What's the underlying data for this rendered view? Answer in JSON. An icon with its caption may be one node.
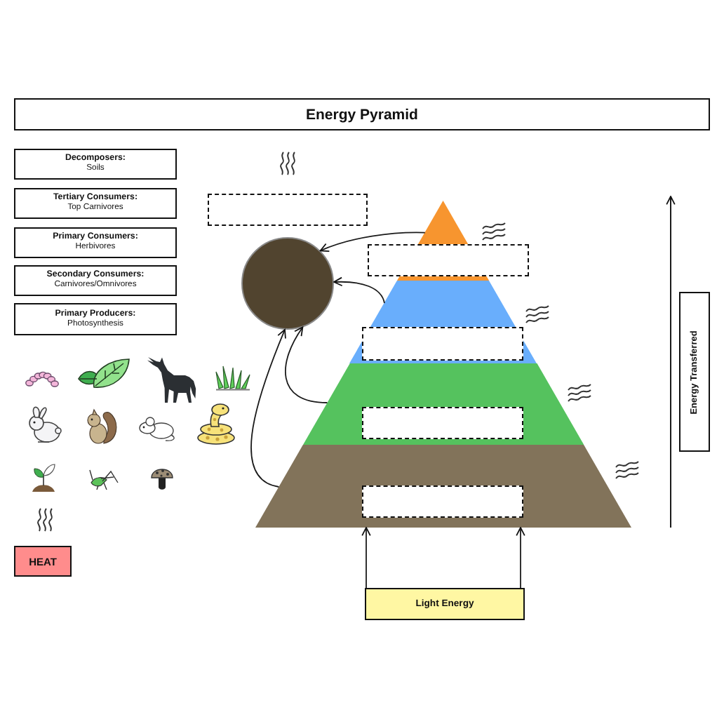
{
  "diagram": {
    "title": "Energy Pyramid",
    "nodes": [
      {
        "text": [
          "Decomposers:",
          "Soils"
        ]
      },
      {
        "text": [
          "Tertiary Consumers:",
          "Top Carnivores"
        ]
      },
      {
        "text": [
          "Primary Consumers:",
          "Herbivores"
        ]
      },
      {
        "text": [
          "Secondary Consumers:",
          "Carnivores/Omnivores"
        ]
      },
      {
        "text": [
          "Primary Producers:",
          "Photosynthesis"
        ]
      },
      {
        "text": [],
        "shape": "box"
      },
      {
        "text": [],
        "shape": "triangle"
      },
      {
        "text": [],
        "shape": "box"
      },
      {
        "text": [],
        "shape": "circle"
      },
      {
        "text": [],
        "shape": "trapezoid"
      },
      {
        "text": [],
        "shape": "box",
        "in": 9
      },
      {
        "text": [],
        "shape": "trapezoid"
      },
      {
        "text": [],
        "shape": "box",
        "in": 11
      },
      {
        "text": [],
        "shape": "trapezoid"
      },
      {
        "text": [],
        "shape": "box",
        "in": 13
      },
      {
        "text": [
          "Energy Transferred"
        ]
      },
      {
        "text": [
          "HEAT"
        ]
      },
      {
        "text": [
          "Light Energy"
        ]
      }
    ],
    "edges": [
      {
        "from": 6,
        "to": 8,
        "arrow": "to"
      },
      {
        "from": 9,
        "to": 8,
        "arrow": "to"
      },
      {
        "from": 11,
        "to": 8,
        "arrow": "to"
      },
      {
        "from": 13,
        "to": 8,
        "arrow": "to"
      },
      {
        "from": 17,
        "to": 13,
        "arrow": "to"
      },
      {
        "from": 17,
        "to": 13,
        "arrow": "to"
      }
    ]
  }
}
